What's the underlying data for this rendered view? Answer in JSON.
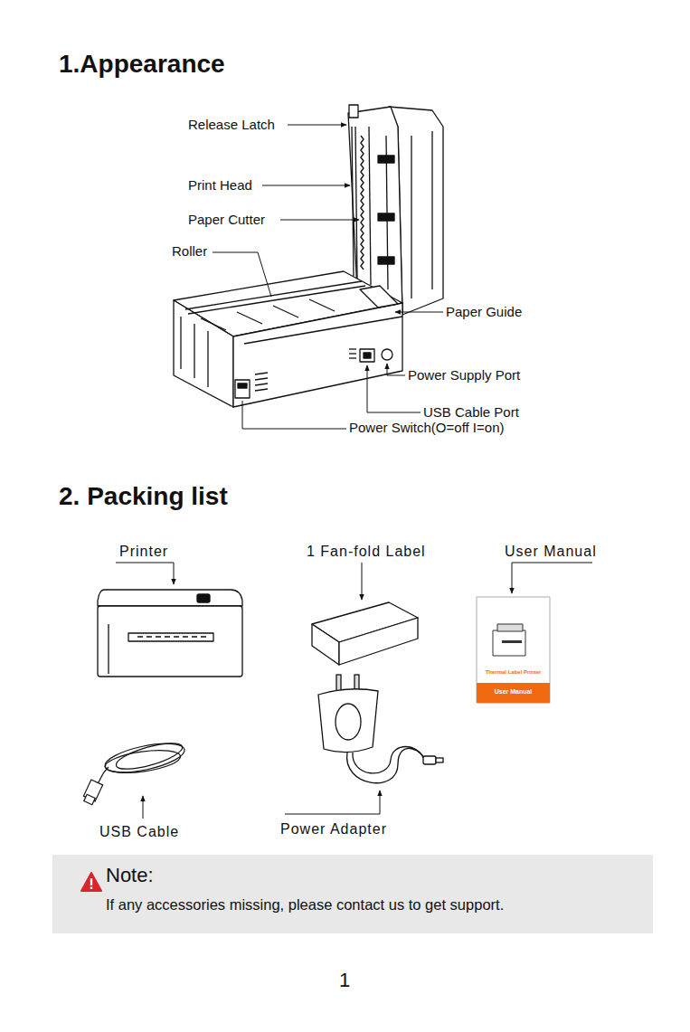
{
  "diagram": {
    "nodes": [
      {
        "text": [
          "Note:",
          "If any accessories missing, please contact us to get support."
        ]
      }
    ],
    "labels": [
      "1.Appearance",
      "Release Latch",
      "Print Head",
      "Paper Cutter",
      "Roller",
      "Paper Guide",
      "Power Supply Port",
      "USB Cable Port",
      "Power Switch(O=off I=on)",
      "2. Packing list",
      "Printer",
      "1 Fan-fold Label",
      "User Manual",
      "USB Cable",
      "Power Adapter",
      "Thermal Label Printer",
      "User Manual",
      "1"
    ]
  }
}
